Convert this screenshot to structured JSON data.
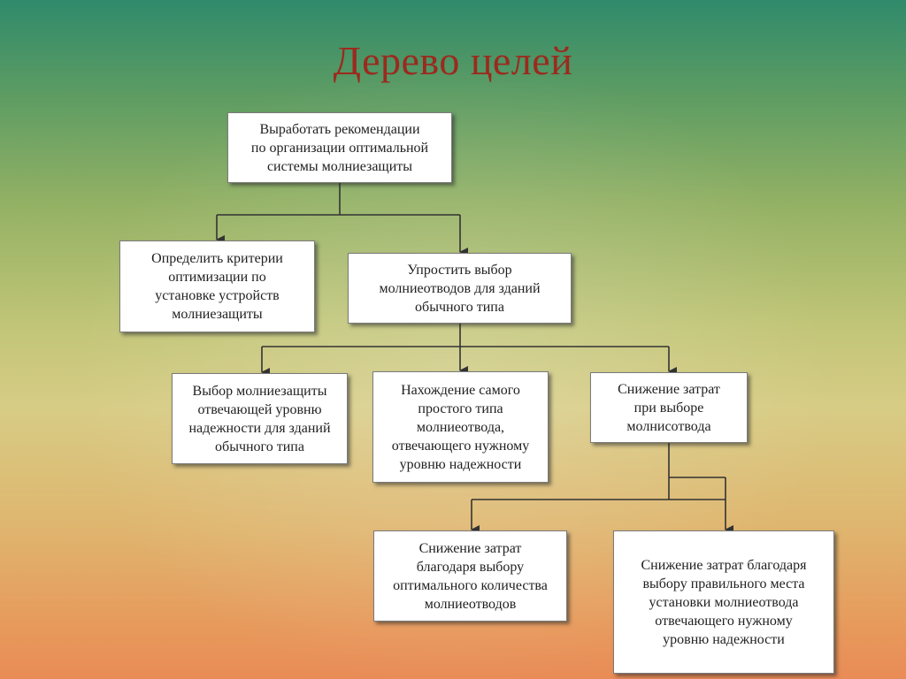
{
  "title": "Дерево целей",
  "nodes": {
    "root": "Выработать рекомендации\nпо организации оптимальной\nсистемы молниезащиты",
    "criteria": "Определить критерии\nоптимизации по\nустановке устройств\nмолниезащиты",
    "simplify": "Упростить выбор\nмолниеотводов для зданий\nобычного типа",
    "selection": "Выбор молниезащиты\nотвечающей уровню\nнадежности для зданий\nобычного типа",
    "finding": "Нахождение самого\nпростого типа\nмолниеотвода,\nотвечающего нужному\nуровню надежности",
    "cost": "Снижение затрат\nпри выборе\nмолнисотвода",
    "quantity": "Снижение затрат\nблагодаря выбору\nоптимального количества\nмолниеотводов",
    "placement": "Снижение затрат благодаря\nвыбору правильного места\nустановки молниеотвода\nотвечающего нужному\nуровню надежности"
  },
  "colors": {
    "title": "#9b2a1e",
    "connector": "#333333",
    "box_border": "#7a7a7a"
  }
}
